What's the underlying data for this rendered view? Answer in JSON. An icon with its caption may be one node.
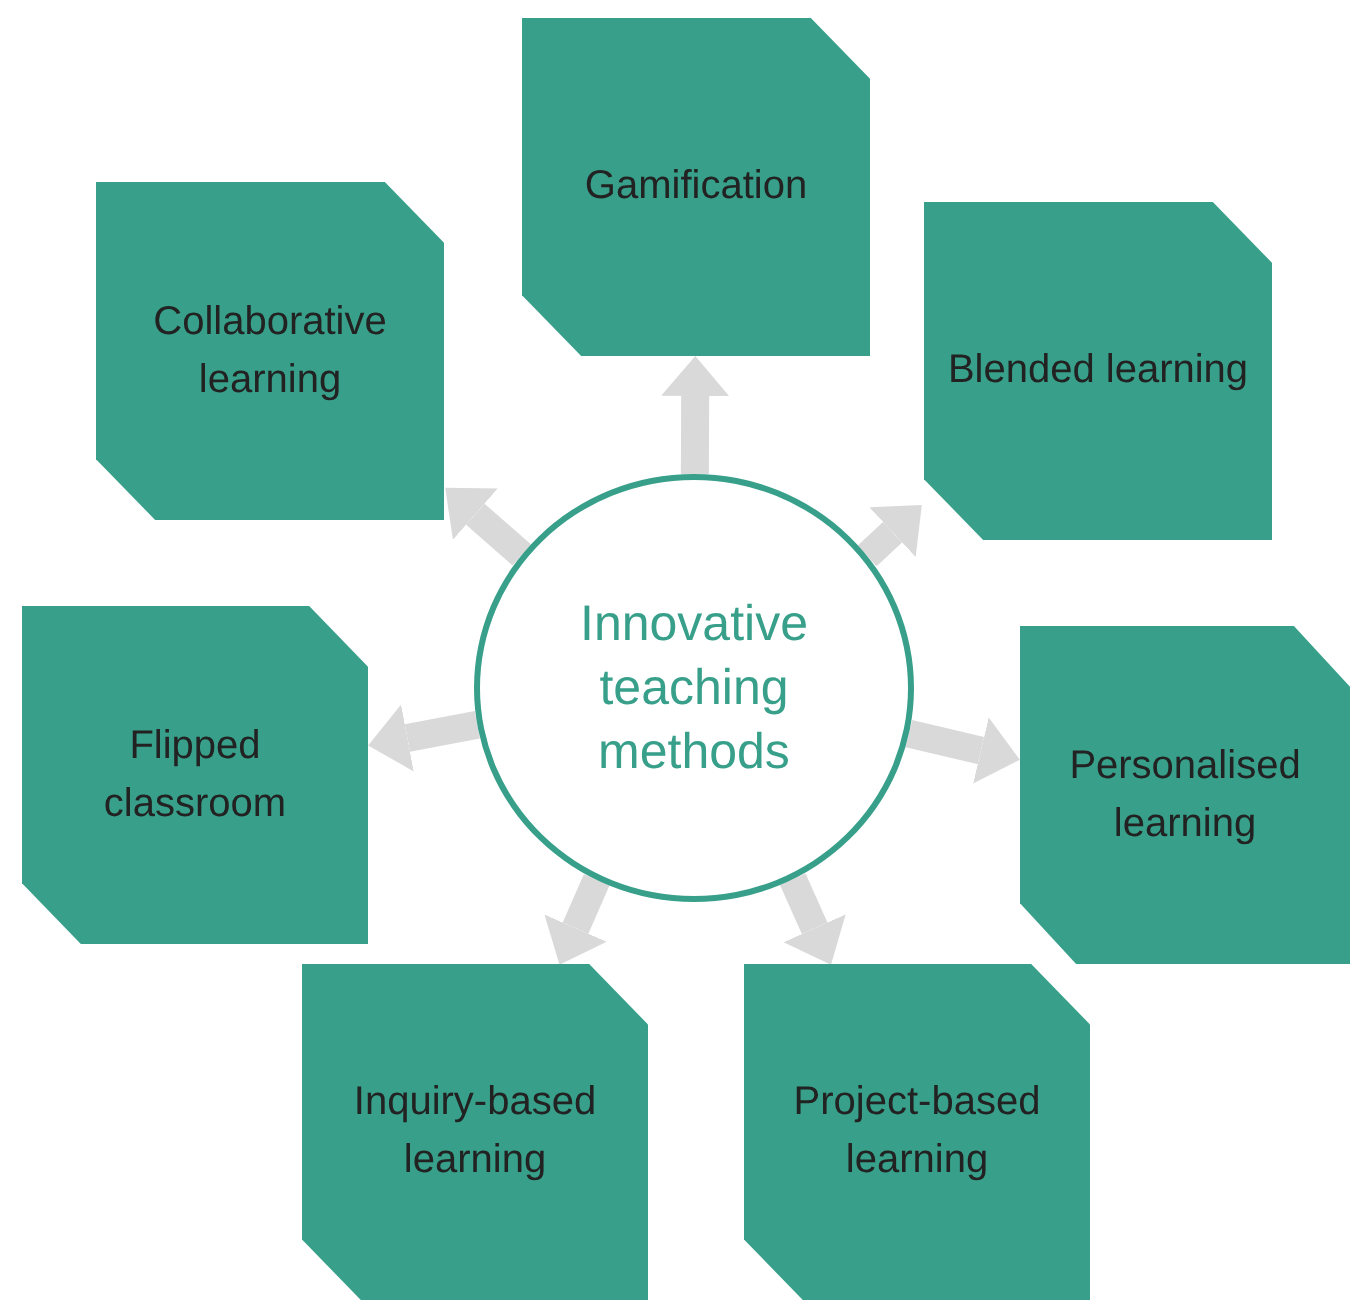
{
  "diagram": {
    "nodes": [
      {
        "text": [
          "Innovative teaching methods"
        ]
      },
      {
        "text": [
          "Gamification"
        ]
      },
      {
        "text": [
          "Blended learning"
        ]
      },
      {
        "text": [
          "Personalised learning"
        ]
      },
      {
        "text": [
          "Project-based learning"
        ]
      },
      {
        "text": [
          "Inquiry-based learning"
        ]
      },
      {
        "text": [
          "Flipped classroom"
        ]
      },
      {
        "text": [
          "Collaborative learning"
        ]
      }
    ],
    "edges": [
      {
        "from": 0,
        "to": 1,
        "arrow": "to"
      },
      {
        "from": 0,
        "to": 2,
        "arrow": "to"
      },
      {
        "from": 0,
        "to": 3,
        "arrow": "to"
      },
      {
        "from": 0,
        "to": 4,
        "arrow": "to"
      },
      {
        "from": 0,
        "to": 5,
        "arrow": "to"
      },
      {
        "from": 0,
        "to": 6,
        "arrow": "to"
      },
      {
        "from": 0,
        "to": 7,
        "arrow": "to"
      }
    ]
  }
}
